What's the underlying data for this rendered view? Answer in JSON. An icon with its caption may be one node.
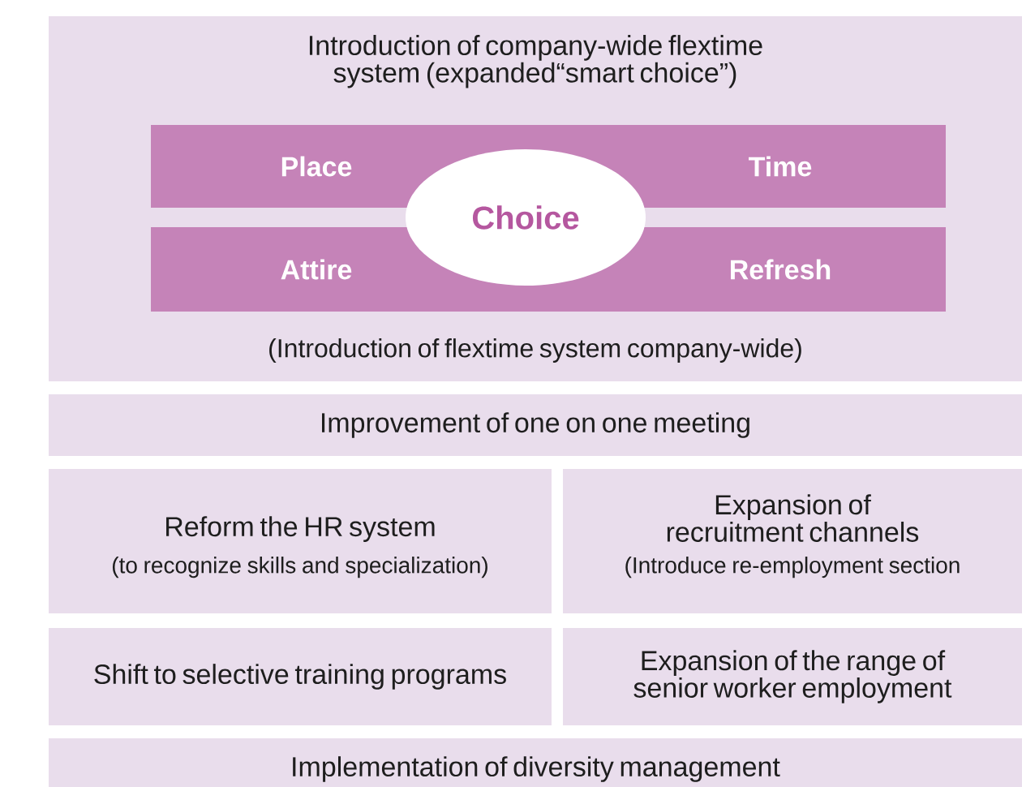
{
  "diagram": {
    "nodes": [
      {
        "text": [
          "Introduction of company-wide flextime system (expanded“smart choice”)",
          "(Introduction of flextime system company-wide)"
        ]
      },
      {
        "text": [
          "Place",
          "Time"
        ],
        "in": 0
      },
      {
        "text": [
          "Attire",
          "Refresh"
        ],
        "in": 0
      },
      {
        "text": [
          "Choice"
        ],
        "in": 0
      },
      {
        "text": [
          "Improvement of one on one meeting"
        ]
      },
      {
        "text": [
          "Reform the HR system",
          "(to recognize skills and specialization)"
        ]
      },
      {
        "text": [
          "Expansion of recruitment channels",
          "(Introduce re-employment section"
        ]
      },
      {
        "text": [
          "Shift to selective training programs"
        ]
      },
      {
        "text": [
          "Expansion of the range of senior worker employment"
        ]
      },
      {
        "text": [
          "Implementation of diversity management"
        ]
      }
    ]
  }
}
